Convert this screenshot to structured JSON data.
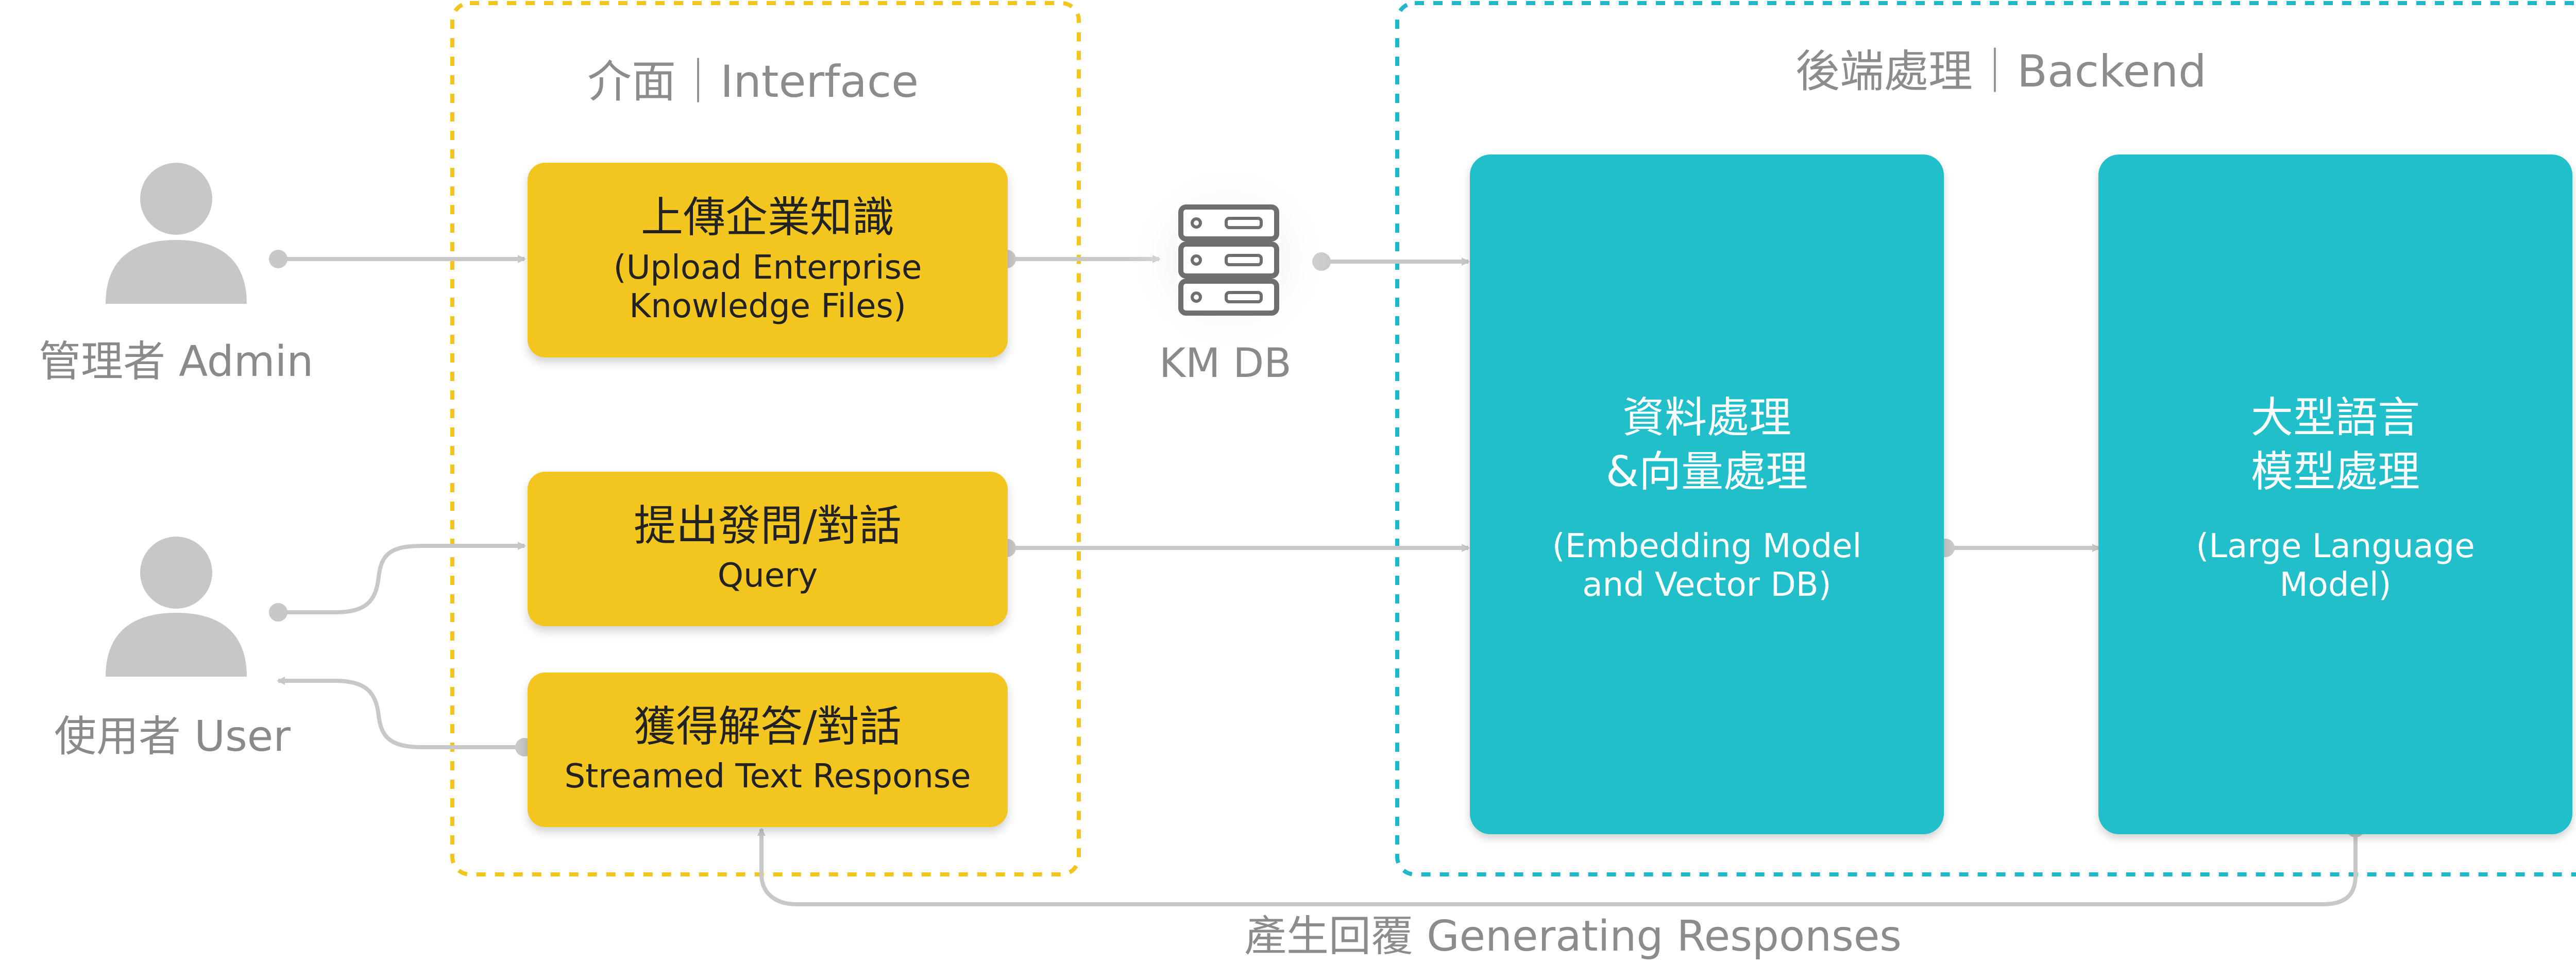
{
  "zones": {
    "interface_title": "介面｜Interface",
    "backend_title": "後端處理｜Backend"
  },
  "actors": {
    "admin_label": "管理者 Admin",
    "user_label": "使用者 User"
  },
  "interface": {
    "upload": {
      "title": "上傳企業知識",
      "subtitle": "(Upload Enterprise\nKnowledge Files)"
    },
    "query": {
      "title": "提出發問/對話",
      "subtitle": "Query"
    },
    "response": {
      "title": "獲得解答/對話",
      "subtitle": "Streamed Text Response"
    }
  },
  "database": {
    "label": "KM DB"
  },
  "backend": {
    "embedding": {
      "title": "資料處理\n&向量處理",
      "subtitle": "(Embedding Model\nand Vector DB)"
    },
    "llm": {
      "title": "大型語言\n模型處理",
      "subtitle": "(Large Language\nModel)"
    }
  },
  "footer": {
    "label": "產生回覆 Generating Responses"
  },
  "colors": {
    "interface_border": "#f2c61f",
    "backend_border": "#20b7c8",
    "yellow_box": "#f2c61f",
    "teal_box": "#21bfca",
    "line_gray": "#c8c8c8",
    "text_gray": "#8c8c8c",
    "icon_gray": "#c7c7c7",
    "db_icon": "#6f6f6f"
  },
  "icons": {
    "admin": "person-icon",
    "user": "person-icon",
    "database": "server-icon"
  }
}
